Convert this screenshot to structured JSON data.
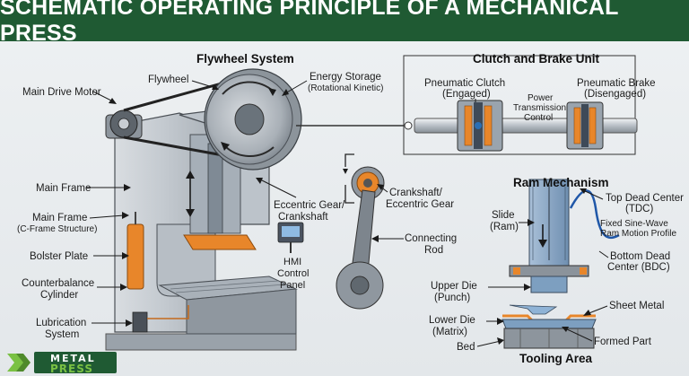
{
  "title": "SCHEMATIC OPERATING PRINCIPLE OF A MECHANICAL PRESS",
  "sections": {
    "flywheel": "Flywheel System",
    "clutch": "Clutch and Brake Unit",
    "ram": "Ram Mechanism",
    "tooling": "Tooling Area"
  },
  "labels": {
    "main_drive_motor": "Main Drive Motor",
    "flywheel": "Flywheel",
    "energy_storage_1": "Energy Storage",
    "energy_storage_2": "(Rotational Kinetic)",
    "main_frame": "Main Frame",
    "main_frame_c_1": "Main Frame",
    "main_frame_c_2": "(C-Frame Structure)",
    "bolster_plate": "Bolster Plate",
    "counterbalance_1": "Counterbalance",
    "counterbalance_2": "Cylinder",
    "lubrication_1": "Lubrication",
    "lubrication_2": "System",
    "eccentric_gear_1": "Eccentric Gear/",
    "eccentric_gear_2": "Crankshaft",
    "hmi_1": "HMI",
    "hmi_2": "Control",
    "hmi_3": "Panel",
    "crankshaft_ecc_1": "Crankshaft/",
    "crankshaft_ecc_2": "Eccentric Gear",
    "connecting_rod_1": "Connecting",
    "connecting_rod_2": "Rod",
    "pneumatic_clutch_1": "Pneumatic Clutch",
    "pneumatic_clutch_2": "(Engaged)",
    "power_transmission_1": "Power",
    "power_transmission_2": "Transmission",
    "power_transmission_3": "Control",
    "pneumatic_brake_1": "Pneumatic Brake",
    "pneumatic_brake_2": "(Disengaged)",
    "slide_1": "Slide",
    "slide_2": "(Ram)",
    "tdc_1": "Top Dead Center",
    "tdc_2": "(TDC)",
    "sine_1": "Fixed Sine-Wave",
    "sine_2": "Ram Motion Profile",
    "bdc_1": "Bottom Dead",
    "bdc_2": "Center (BDC)",
    "upper_die_1": "Upper Die",
    "upper_die_2": "(Punch)",
    "sheet_metal": "Sheet Metal",
    "lower_die_1": "Lower Die",
    "lower_die_2": "(Matrix)",
    "formed_part": "Formed Part",
    "bed": "Bed"
  },
  "logo": {
    "line1": "METAL",
    "line2": "PRESS"
  },
  "colors": {
    "banner": "#1f5a33",
    "accent_orange": "#e8862a",
    "frame_gray": "#c9ced3",
    "steel_blue": "#7d9fc0",
    "logo_green": "#7ac143"
  }
}
